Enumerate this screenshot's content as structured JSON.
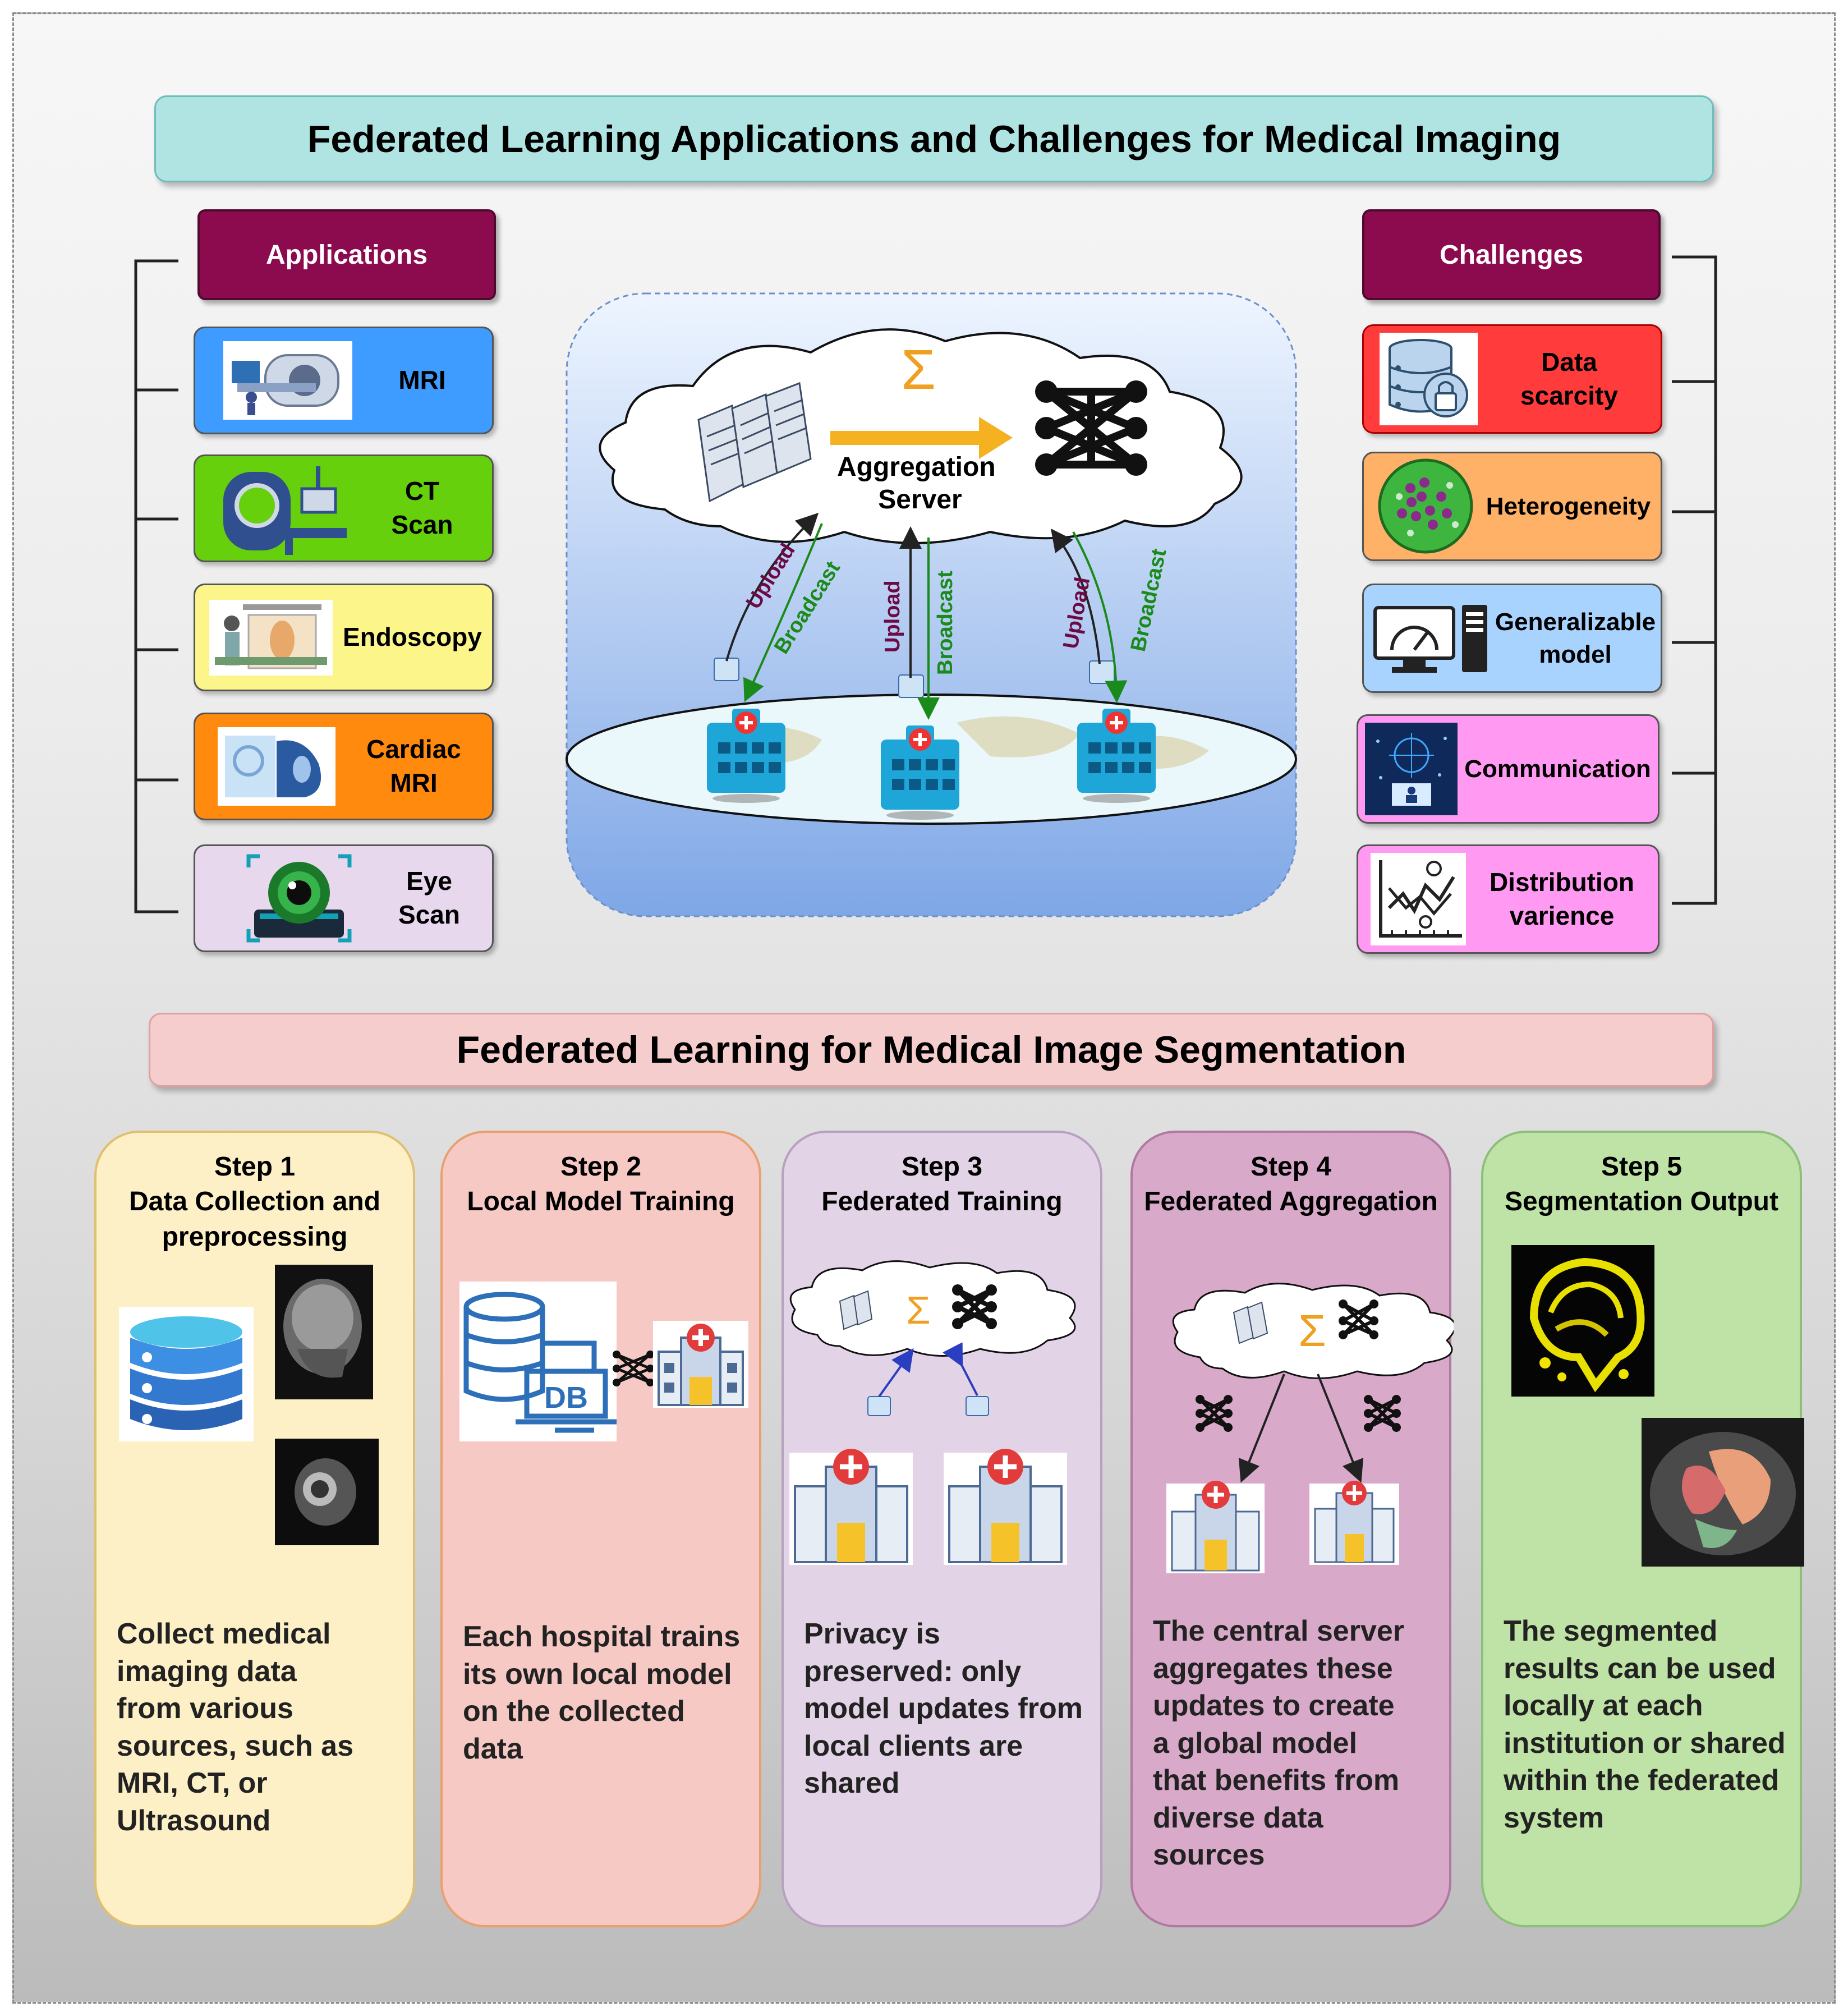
{
  "main_title": "Federated Learning Applications and Challenges for Medical Imaging",
  "applications": {
    "header": "Applications",
    "items": [
      {
        "label": "MRI",
        "icon": "mri-scanner-icon",
        "color": "#3e9bff"
      },
      {
        "label": "CT\nScan",
        "icon": "ct-scanner-icon",
        "color": "#66d00d"
      },
      {
        "label": "Endoscopy",
        "icon": "endoscopy-icon",
        "color": "#fcf58a"
      },
      {
        "label": "Cardiac\nMRI",
        "icon": "cardiac-mri-icon",
        "color": "#ff8a0d"
      },
      {
        "label": "Eye\nScan",
        "icon": "eye-scan-icon",
        "color": "#e7d8ee"
      }
    ]
  },
  "challenges": {
    "header": "Challenges",
    "items": [
      {
        "label": "Data\nscarcity",
        "icon": "database-lock-icon",
        "color": "#ff3b3b"
      },
      {
        "label": "Heterogeneity",
        "icon": "heterogeneity-icon",
        "color": "#ffb267"
      },
      {
        "label": "Generalizable\nmodel",
        "icon": "computer-gauge-icon",
        "color": "#a9d3ff"
      },
      {
        "label": "Communication",
        "icon": "communication-icon",
        "color": "#ff99f2"
      },
      {
        "label": "Distribution\nvarience",
        "icon": "distribution-chart-icon",
        "color": "#ff99f2"
      }
    ]
  },
  "center": {
    "sigma": "Σ",
    "server_label": "Aggregation\nServer",
    "upload": "Upload",
    "broadcast": "Broadcast"
  },
  "segmentation_title": "Federated Learning for Medical Image Segmentation",
  "steps": [
    {
      "title": "Step 1\nData Collection and\npreprocessing",
      "desc": "Collect medical\nimaging data\nfrom various\nsources, such as\nMRI, CT, or\nUltrasound",
      "color": "#fdefc6"
    },
    {
      "title": "Step 2\nLocal Model Training",
      "desc": "Each hospital trains\nits own local model\non the collected\ndata",
      "color": "#f6c9c4",
      "db_label": "DB"
    },
    {
      "title": "Step 3\nFederated Training",
      "desc": "Privacy is\npreserved: only\nmodel updates from\nlocal clients are\nshared",
      "color": "#e3d3e6"
    },
    {
      "title": "Step 4\nFederated Aggregation",
      "desc": "The central server\naggregates these\nupdates to create\na global model\nthat benefits from\ndiverse data\nsources",
      "color": "#d9a9ca"
    },
    {
      "title": "Step 5\nSegmentation Output",
      "desc": "The segmented\nresults can be used\nlocally at each\ninstitution or shared\nwithin the federated\nsystem",
      "color": "#bfe3a6"
    }
  ],
  "colors": {
    "title_banner": "#b0e4e3",
    "segmentation_banner": "#f6cdcd",
    "header": "#8c0b4f",
    "upload_arrow": "#6b0a44",
    "broadcast_arrow": "#1a8a1a",
    "orange_arrow": "#f5b11f"
  }
}
